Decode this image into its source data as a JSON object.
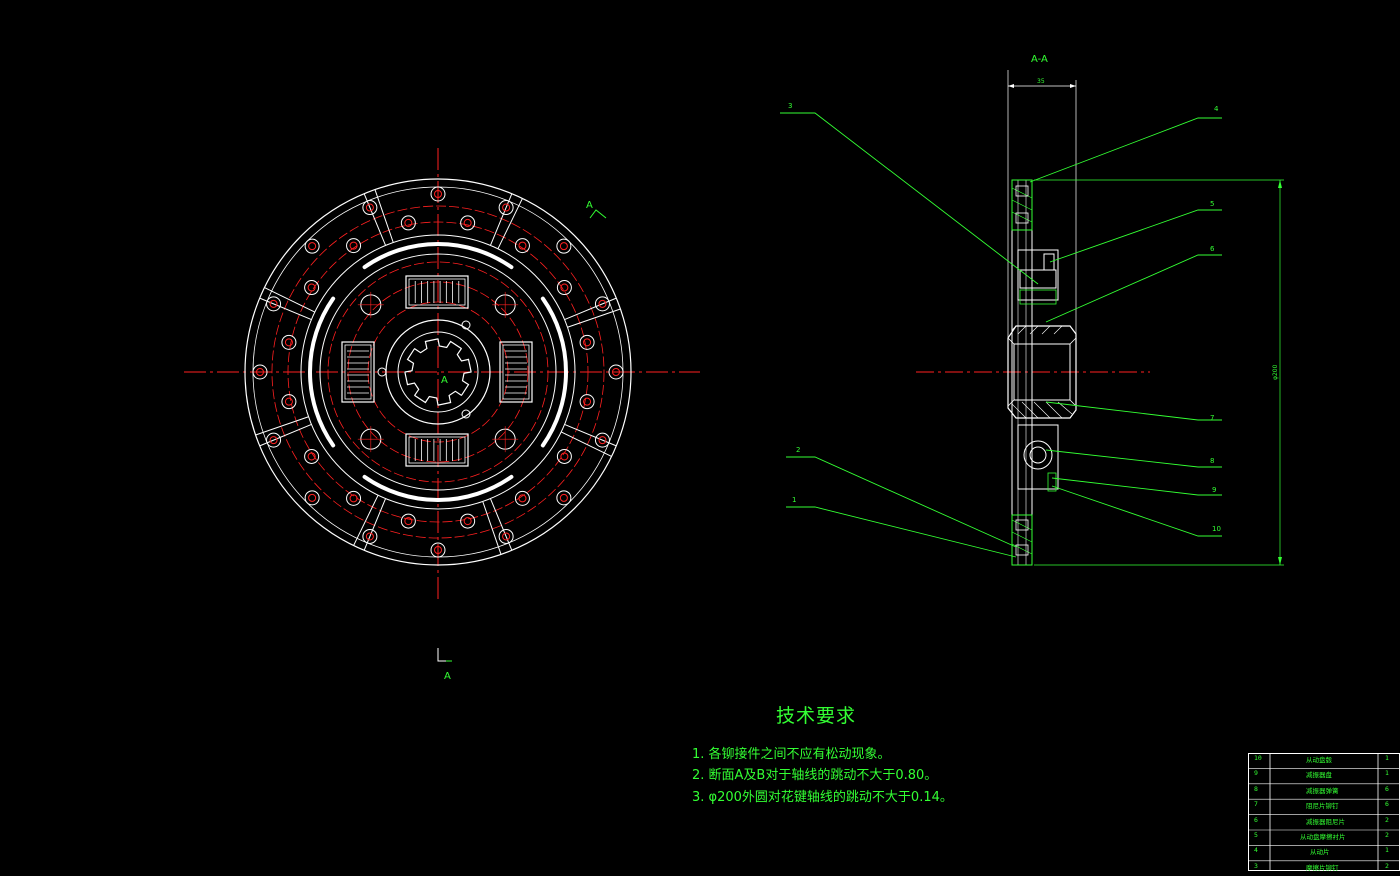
{
  "section_label": "A-A",
  "section_marks": [
    "A",
    "A"
  ],
  "center_mark": "A",
  "dimensions": {
    "width": "35",
    "diameter": "φ200"
  },
  "balloons": [
    "1",
    "2",
    "3",
    "4",
    "5",
    "6",
    "7",
    "8",
    "9",
    "10"
  ],
  "tech_requirements": {
    "title": "技术要求",
    "items": [
      "1. 各铆接件之间不应有松动现象。",
      "2. 断面A及B对于轴线的跳动不大于0.80。",
      "3. φ200外圆对花键轴线的跳动不大于0.14。"
    ]
  },
  "bom": [
    {
      "no": "10",
      "name": "从动盘毂",
      "qty": "1"
    },
    {
      "no": "9",
      "name": "减振器盘",
      "qty": "1"
    },
    {
      "no": "8",
      "name": "减振器弹簧",
      "qty": "6"
    },
    {
      "no": "7",
      "name": "阻尼片铆钉",
      "qty": "6"
    },
    {
      "no": "6",
      "name": "减振器阻尼片",
      "qty": "2"
    },
    {
      "no": "5",
      "name": "从动盘摩擦衬片",
      "qty": "2"
    },
    {
      "no": "4",
      "name": "从动片",
      "qty": "1"
    },
    {
      "no": "3",
      "name": "摩擦片铆钉",
      "qty": "2"
    }
  ],
  "colors": {
    "line": "#ffffff",
    "center": "#ff2020",
    "annotation": "#33ff33",
    "background": "#000000"
  }
}
